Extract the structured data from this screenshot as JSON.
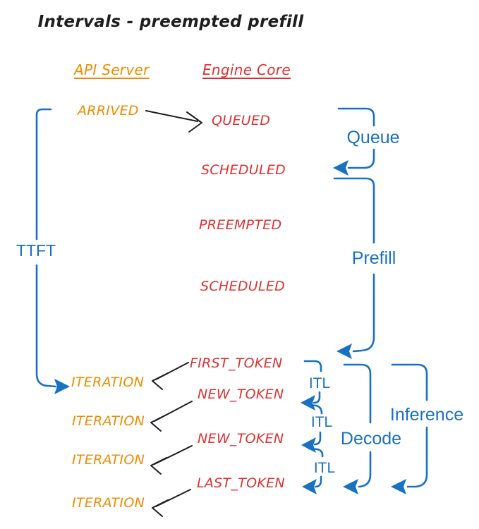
{
  "title": "Intervals - preempted prefill",
  "columns": {
    "api_server": {
      "label": "API Server"
    },
    "engine_core": {
      "label": "Engine Core"
    }
  },
  "api_events": [
    {
      "label": "ARRIVED"
    },
    {
      "label": "ITERATION"
    },
    {
      "label": "ITERATION"
    },
    {
      "label": "ITERATION"
    },
    {
      "label": "ITERATION"
    }
  ],
  "engine_events": [
    {
      "label": "QUEUED"
    },
    {
      "label": "SCHEDULED"
    },
    {
      "label": "PREEMPTED"
    },
    {
      "label": "SCHEDULED"
    },
    {
      "label": "FIRST_TOKEN"
    },
    {
      "label": "NEW_TOKEN"
    },
    {
      "label": "NEW_TOKEN"
    },
    {
      "label": "LAST_TOKEN"
    }
  ],
  "intervals": {
    "ttft": "TTFT",
    "queue": "Queue",
    "prefill": "Prefill",
    "itl": [
      "ITL",
      "ITL",
      "ITL"
    ],
    "decode": "Decode",
    "inference": "Inference"
  },
  "colors": {
    "api_server": "#f08c00",
    "engine_core": "#e03131",
    "interval": "#1971c2",
    "arrow": "#1e1e1e",
    "background": "#ffffff"
  }
}
